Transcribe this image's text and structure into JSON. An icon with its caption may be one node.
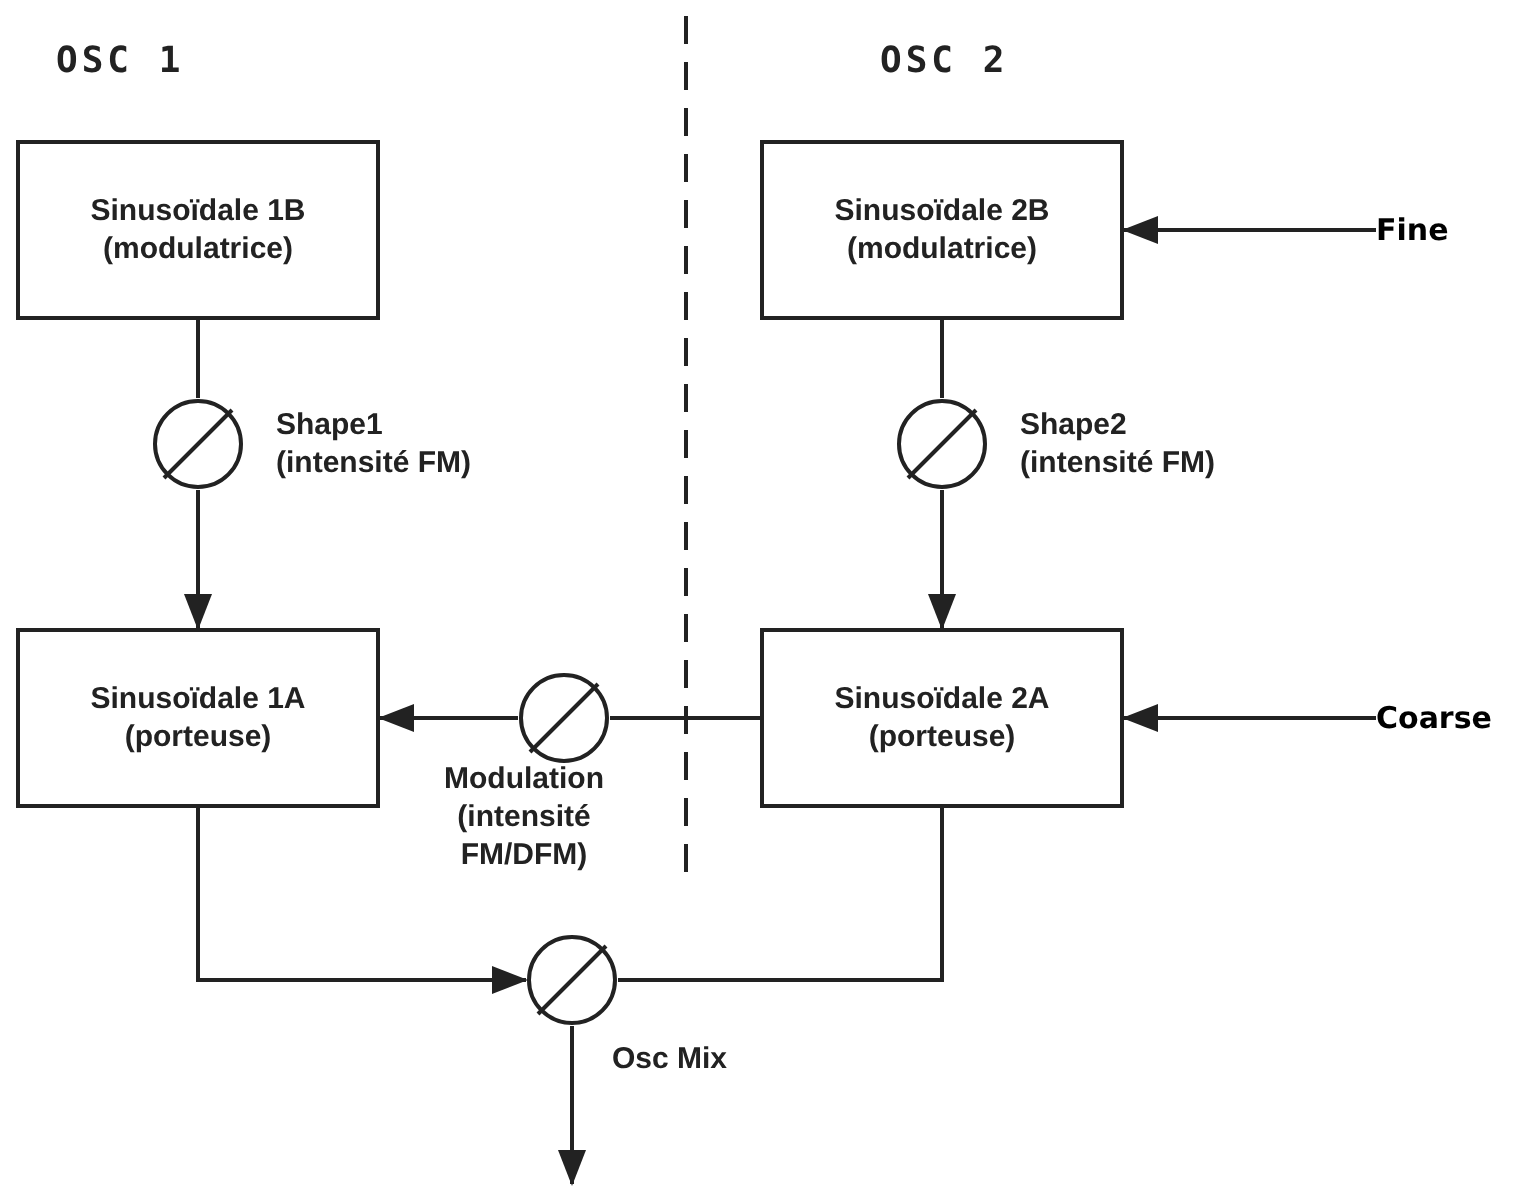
{
  "diagram": {
    "nodes": [
      {
        "text": [
          "Sinusoïdale 1B (modulatrice)"
        ]
      },
      {
        "text": [
          "Sinusoïdale 2B (modulatrice)"
        ]
      },
      {
        "text": [
          "Fine"
        ]
      },
      {
        "text": [],
        "shape": "circle",
        "beside": [
          "Shape1 (intensité FM)"
        ]
      },
      {
        "text": [],
        "shape": "circle",
        "beside": [
          "Shape2 (intensité FM)"
        ]
      },
      {
        "text": [
          "Sinusoïdale 1A (porteuse)"
        ]
      },
      {
        "text": [],
        "shape": "circle",
        "beside": [
          "Modulation (intensité FM/DFM)"
        ]
      },
      {
        "text": [
          "Sinusoïdale 2A (porteuse)"
        ]
      },
      {
        "text": [
          "Coarse"
        ]
      },
      {
        "text": [],
        "shape": "circle",
        "beside": [
          "Osc Mix"
        ]
      }
    ],
    "edges": [
      {
        "from": 0,
        "to": 3,
        "arrow": "none"
      },
      {
        "from": 3,
        "to": 5,
        "arrow": "to"
      },
      {
        "from": 2,
        "to": 1,
        "arrow": "to"
      },
      {
        "from": 1,
        "to": 4,
        "arrow": "none"
      },
      {
        "from": 4,
        "to": 7,
        "arrow": "to"
      },
      {
        "from": 8,
        "to": 7,
        "arrow": "to"
      },
      {
        "from": 7,
        "to": 6,
        "arrow": "none"
      },
      {
        "from": 6,
        "to": 5,
        "arrow": "to"
      },
      {
        "from": 5,
        "to": 9,
        "arrow": "to"
      },
      {
        "from": 7,
        "to": 9,
        "arrow": "none"
      },
      {
        "from": 9,
        "to": null,
        "arrow": "to"
      }
    ],
    "labels": [
      "OSC 1",
      "OSC 2"
    ]
  }
}
